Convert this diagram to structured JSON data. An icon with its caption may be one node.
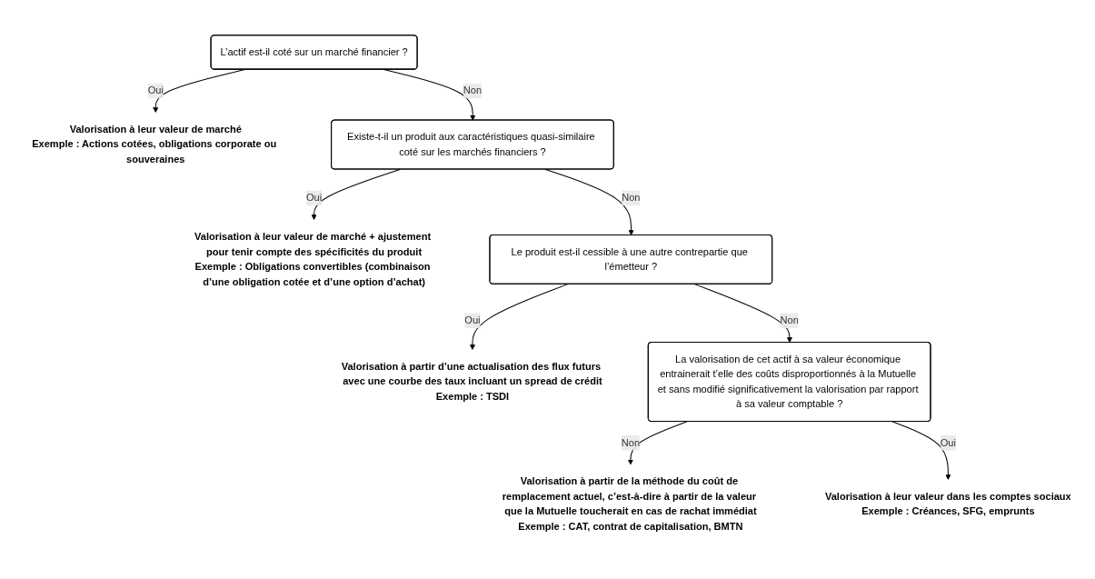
{
  "diagram": {
    "nodes": [
      {
        "text": [
          "L’actif est-il coté sur un marché financier ?"
        ]
      },
      {
        "text": [
          "Valorisation à leur valeur de marché",
          "Exemple : Actions cotées, obligations corporate ou souveraines"
        ]
      },
      {
        "text": [
          "Existe-t-il un produit aux caractéristiques quasi-similaire coté sur les marchés financiers ?"
        ]
      },
      {
        "text": [
          "Valorisation à leur valeur de marché + ajustement pour tenir compte des spécificités du produit",
          "Exemple : Obligations convertibles (combinaison d’une obligation cotée et d’une option d’achat)"
        ]
      },
      {
        "text": [
          "Le produit est-il cessible à une autre contrepartie que l’émetteur ?"
        ]
      },
      {
        "text": [
          "Valorisation à partir d’une actualisation des flux futurs avec une courbe des taux incluant un spread de crédit",
          "Exemple : TSDI"
        ]
      },
      {
        "text": [
          "La valorisation de cet actif à sa valeur économique entrainerait t’elle des coûts disproportionnés à la Mutuelle et sans modifié significativement la valorisation par rapport à sa valeur comptable ?"
        ]
      },
      {
        "text": [
          "Valorisation à partir de la méthode du coût de remplacement actuel, c’est-à-dire à partir de la valeur que la Mutuelle toucherait en cas de rachat immédiat",
          "Exemple : CAT, contrat de capitalisation, BMTN"
        ]
      },
      {
        "text": [
          "Valorisation à leur valeur dans les comptes sociaux",
          "Exemple : Créances, SFG, emprunts"
        ]
      }
    ],
    "edges": [
      {
        "from": 0,
        "to": 1,
        "arrow": "to",
        "label": "Oui"
      },
      {
        "from": 0,
        "to": 2,
        "arrow": "to",
        "label": "Non"
      },
      {
        "from": 2,
        "to": 3,
        "arrow": "to",
        "label": "Oui"
      },
      {
        "from": 2,
        "to": 4,
        "arrow": "to",
        "label": "Non"
      },
      {
        "from": 4,
        "to": 5,
        "arrow": "to",
        "label": "Oui"
      },
      {
        "from": 4,
        "to": 6,
        "arrow": "to",
        "label": "Non"
      },
      {
        "from": 6,
        "to": 7,
        "arrow": "to",
        "label": "Non"
      },
      {
        "from": 6,
        "to": 8,
        "arrow": "to",
        "label": "Oui"
      }
    ]
  }
}
